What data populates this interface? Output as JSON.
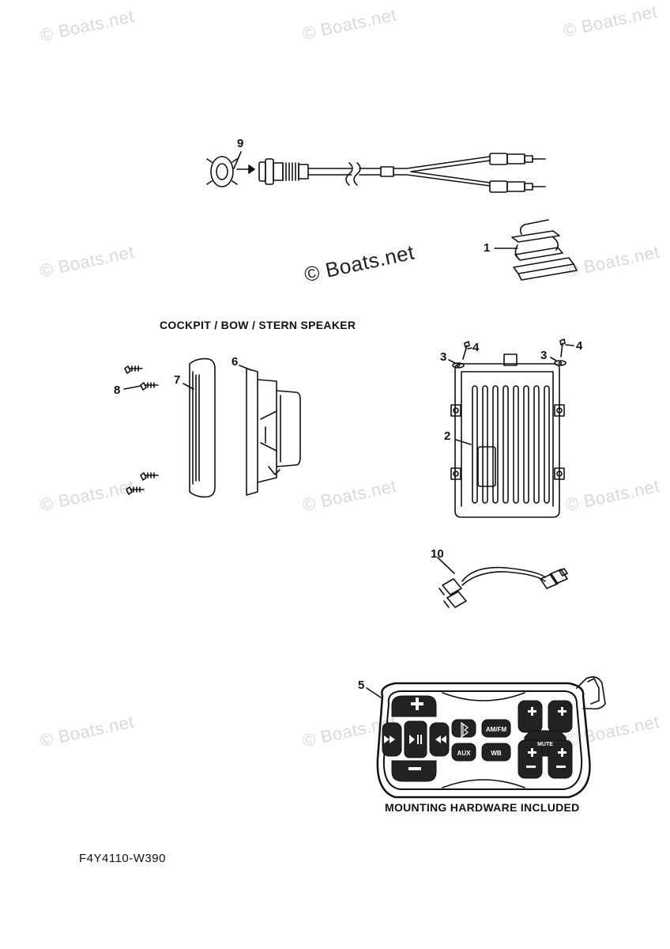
{
  "watermark": "© Boats.net",
  "section_title": "COCKPIT / BOW / STERN SPEAKER",
  "remote_caption": "MOUNTING HARDWARE INCLUDED",
  "diagram_code": "F4Y4110-W390",
  "callouts": {
    "c1": "1",
    "c2": "2",
    "c3a": "3",
    "c3b": "3",
    "c4a": "4",
    "c4b": "4",
    "c5": "5",
    "c6": "6",
    "c7": "7",
    "c8": "8",
    "c9": "9",
    "c10": "10"
  },
  "remote_buttons": {
    "aux_fm": "AM/FM",
    "aux": "AUX",
    "wb": "WB",
    "mute": "MUTE"
  }
}
